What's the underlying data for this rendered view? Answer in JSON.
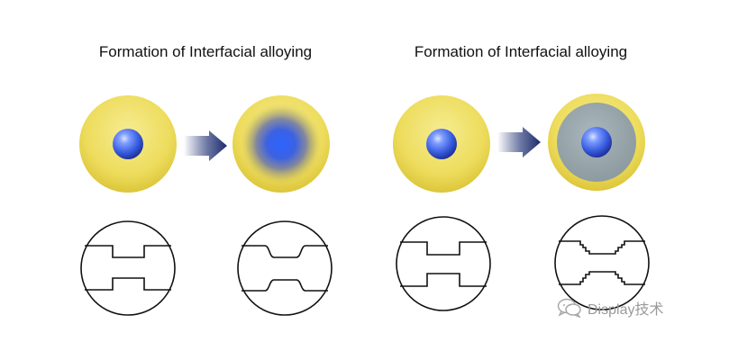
{
  "panels": [
    {
      "title": "Formation of Interfacial alloying",
      "variant": "diffuse"
    },
    {
      "title": "Formation of Interfacial alloying",
      "variant": "shell"
    }
  ],
  "watermark": {
    "text": "Display技术",
    "icon": "wechat-bubble-icon"
  },
  "colors": {
    "particle_yellow": "#eedd5a",
    "core_blue": "#3b63e6",
    "shell_gray": "#97a5aa",
    "arrow_navy": "#1b2a6b",
    "outline": "#111111"
  }
}
